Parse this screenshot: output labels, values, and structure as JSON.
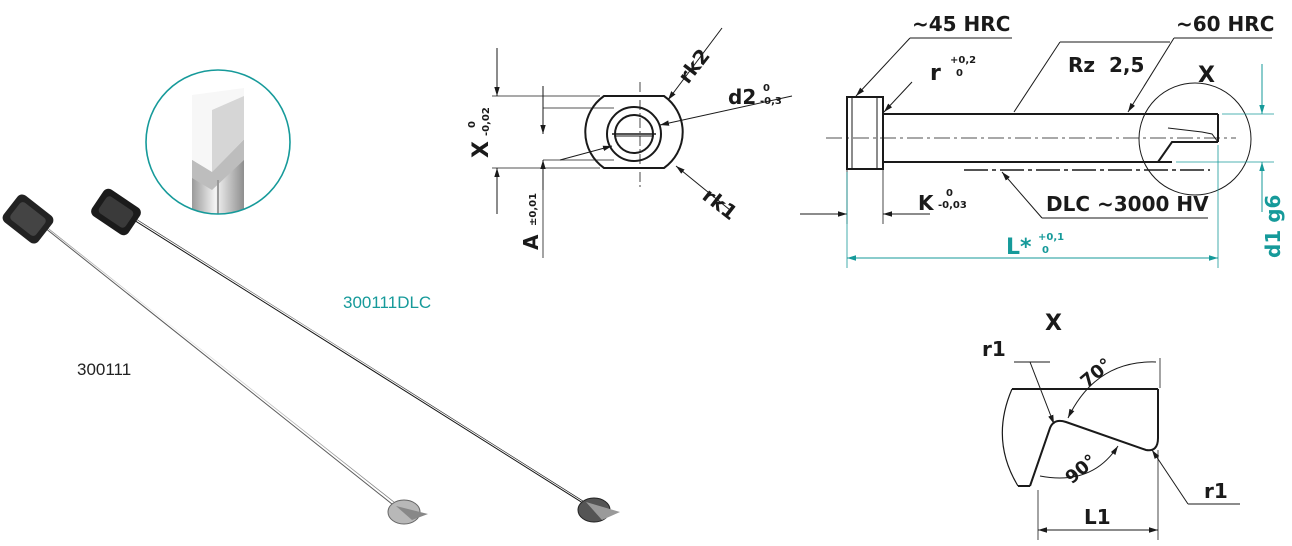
{
  "colors": {
    "teal": "#169a9a",
    "line": "#1a1a1a"
  },
  "products": {
    "plain": "300111",
    "dlc": "300111DLC"
  },
  "head_view": {
    "rk2": "rk2",
    "rk1": "rk1",
    "d2": "d2",
    "d2_tol_upper": "0",
    "d2_tol_lower": "-0,3",
    "x": "X",
    "x_tol_upper": "0",
    "x_tol_lower": "-0,02",
    "a": "A",
    "a_tol": "±0,01"
  },
  "side_view": {
    "head_hardness": "~45 HRC",
    "shaft_hardness": "~60 HRC",
    "r": "r",
    "r_tol_upper": "+0,2",
    "r_tol_lower": "0",
    "roughness": "Rz  2,5",
    "detail_ref": "X",
    "k": "K",
    "k_tol_upper": "0",
    "k_tol_lower": "-0,03",
    "coating": "DLC ~3000 HV",
    "length": "L*",
    "length_tol_upper": "+0,1",
    "length_tol_lower": "0",
    "diameter": "d1 g6"
  },
  "detail_view": {
    "title": "X",
    "r1_top": "r1",
    "r1_bottom": "r1",
    "angle_top": "70°",
    "angle_bottom": "90°",
    "l1": "L1"
  }
}
